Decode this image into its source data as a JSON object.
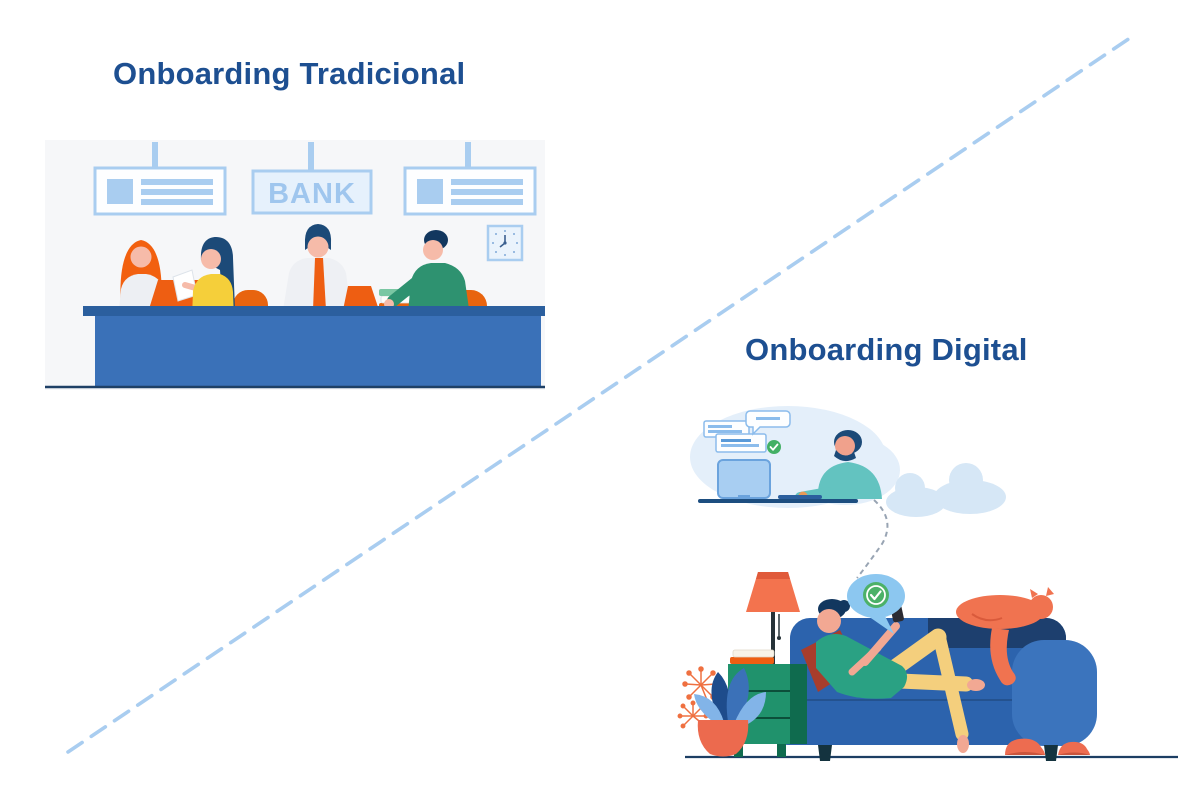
{
  "page": {
    "background_color": "#ffffff"
  },
  "divider": {
    "style": "dashed",
    "color": "#a9cdf0",
    "direction": "top-right-to-bottom-left"
  },
  "traditional": {
    "title": "Onboarding Tradicional",
    "title_color": "#1d4f91",
    "scene": {
      "label": "bank-branch-counter-scene",
      "bank_sign_text": "BANK",
      "background_color": "#f6f7f9",
      "sign_blue": "#a9cdf0",
      "desk_blue": "#3a71b8",
      "chair_orange": "#e8640f"
    }
  },
  "digital": {
    "title": "Onboarding Digital",
    "title_color": "#1d4f91",
    "scene": {
      "label": "sofa-mobile-onboarding-scene",
      "sofa_blue": "#2c63ad",
      "coral": "#ed6c50",
      "success_green": "#4cb168",
      "table_green": "#20926c"
    }
  }
}
